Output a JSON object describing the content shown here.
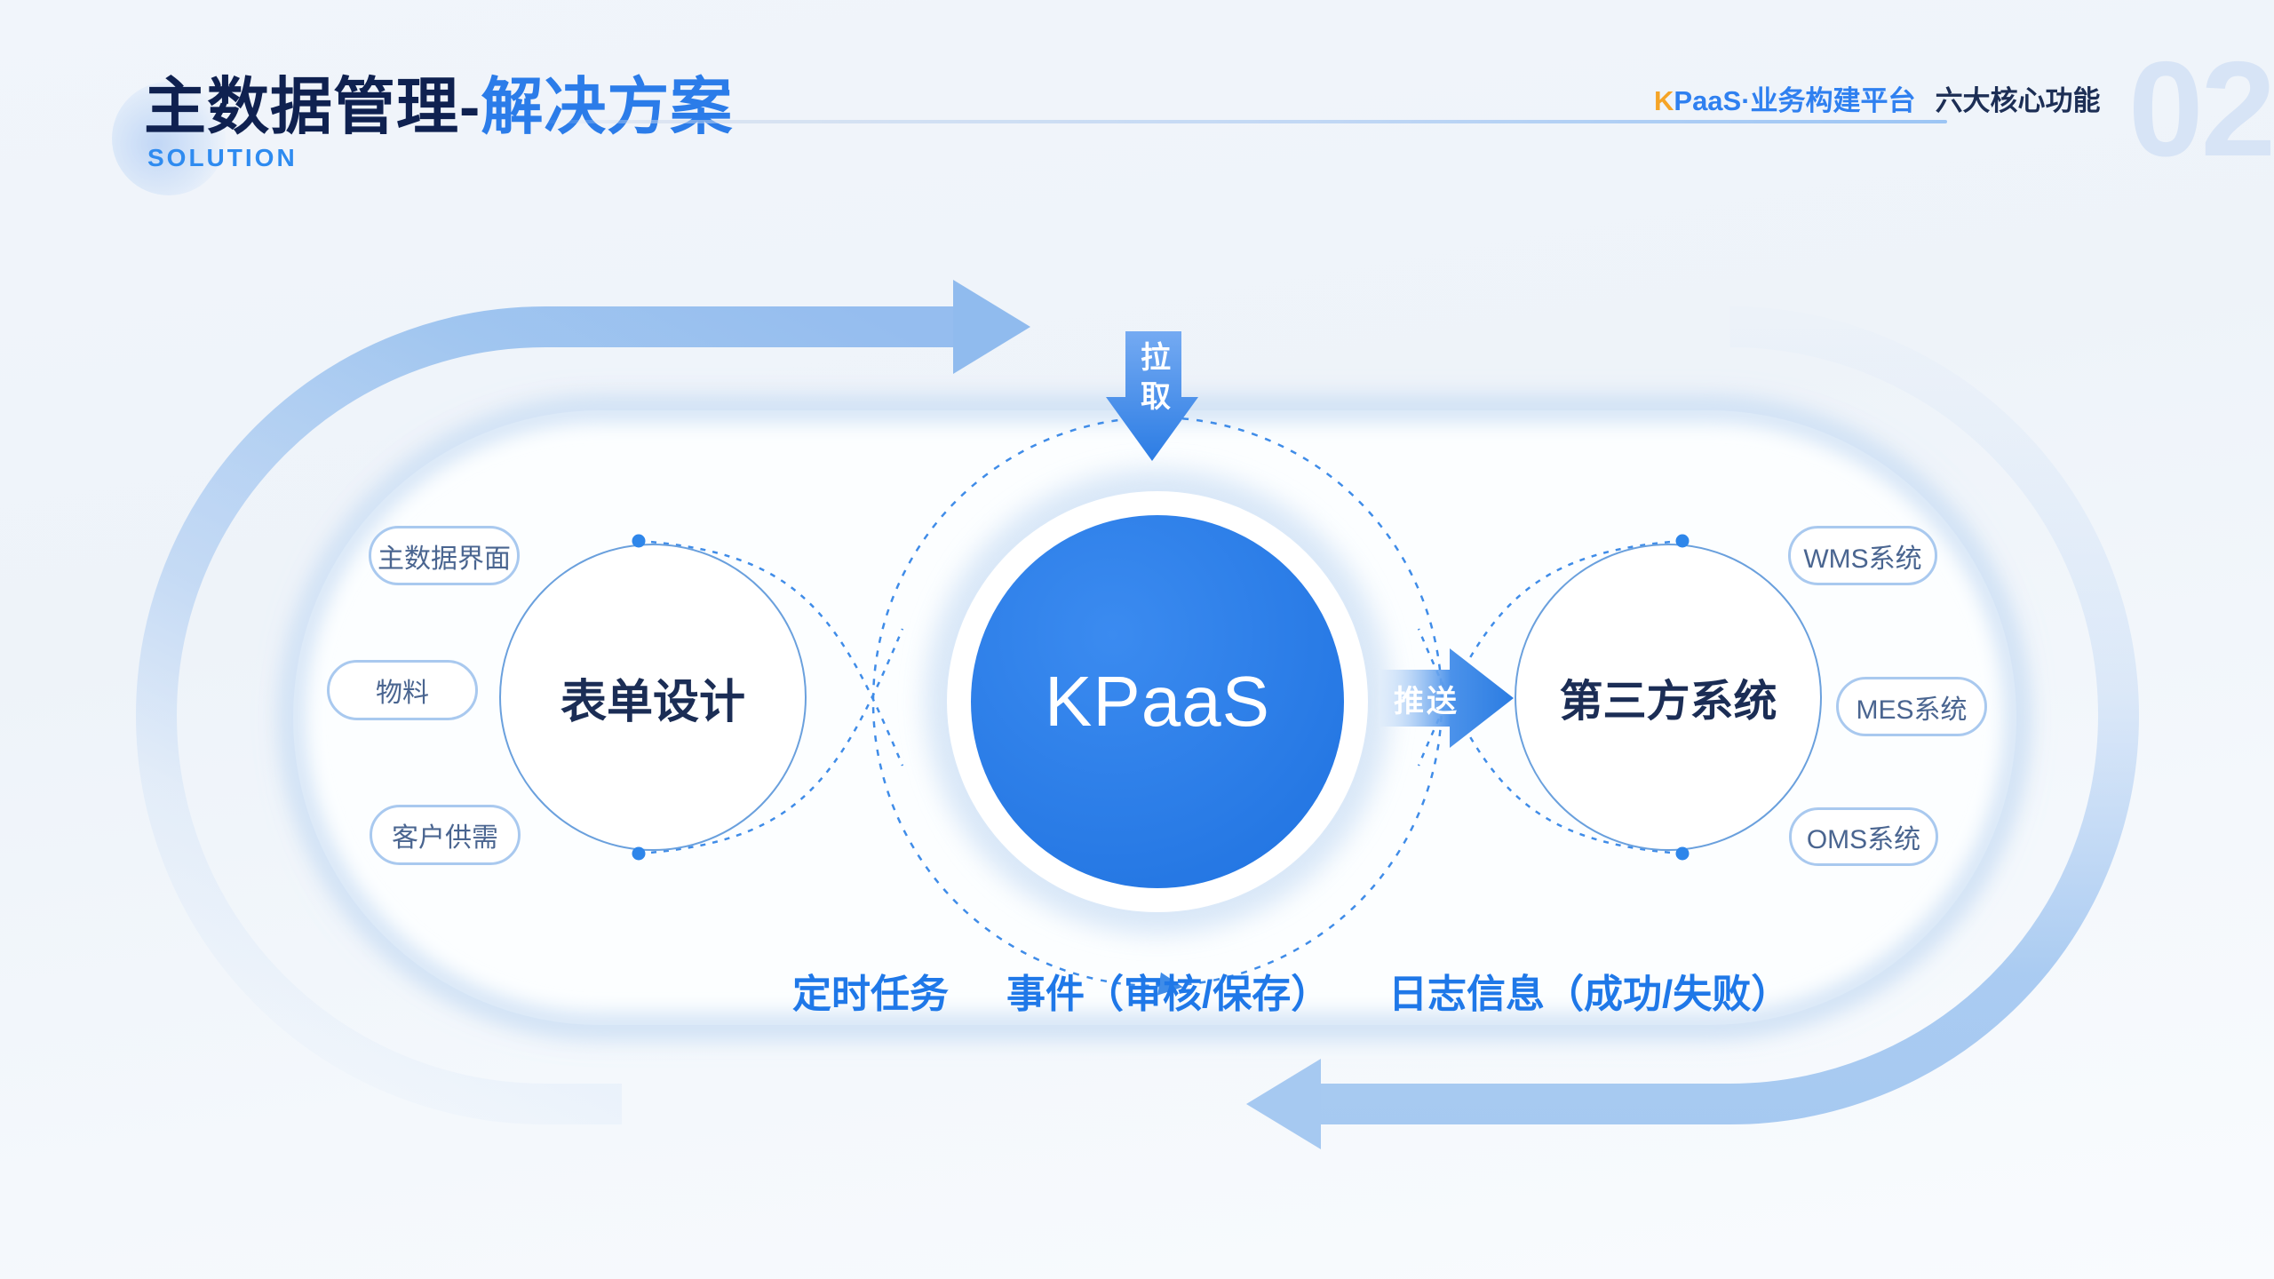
{
  "header": {
    "title_main": "主数据管理-",
    "title_accent": "解决方案",
    "subtitle": "SOLUTION",
    "brand_k": "K",
    "brand_rest": "PaaS·业务构建平台",
    "brand_suffix": "六大核心功能",
    "page_number": "02"
  },
  "diagram": {
    "left_circle": {
      "label": "表单设计",
      "pills": [
        "主数据界面",
        "物料",
        "客户供需"
      ]
    },
    "center_circle": {
      "label": "KPaaS"
    },
    "right_circle": {
      "label": "第三方系统",
      "pills": [
        "WMS系统",
        "MES系统",
        "OMS系统"
      ]
    },
    "pull_label": "拉取",
    "push_label": "推送",
    "bottom_labels": [
      "定时任务",
      "事件（审核/保存）",
      "日志信息（成功/失败）"
    ]
  },
  "colors": {
    "title_navy": "#0f2150",
    "accent_blue": "#2b7ce9",
    "brand_orange": "#f5a427",
    "kpaas_fill": "#2377e6",
    "ring_blue": "#9cc3ef",
    "dashed_blue": "#3f8ce8",
    "pill_border": "#a9c9ef",
    "bottom_label_blue": "#1f78e8",
    "page_number_blue": "#d7e4f6"
  }
}
